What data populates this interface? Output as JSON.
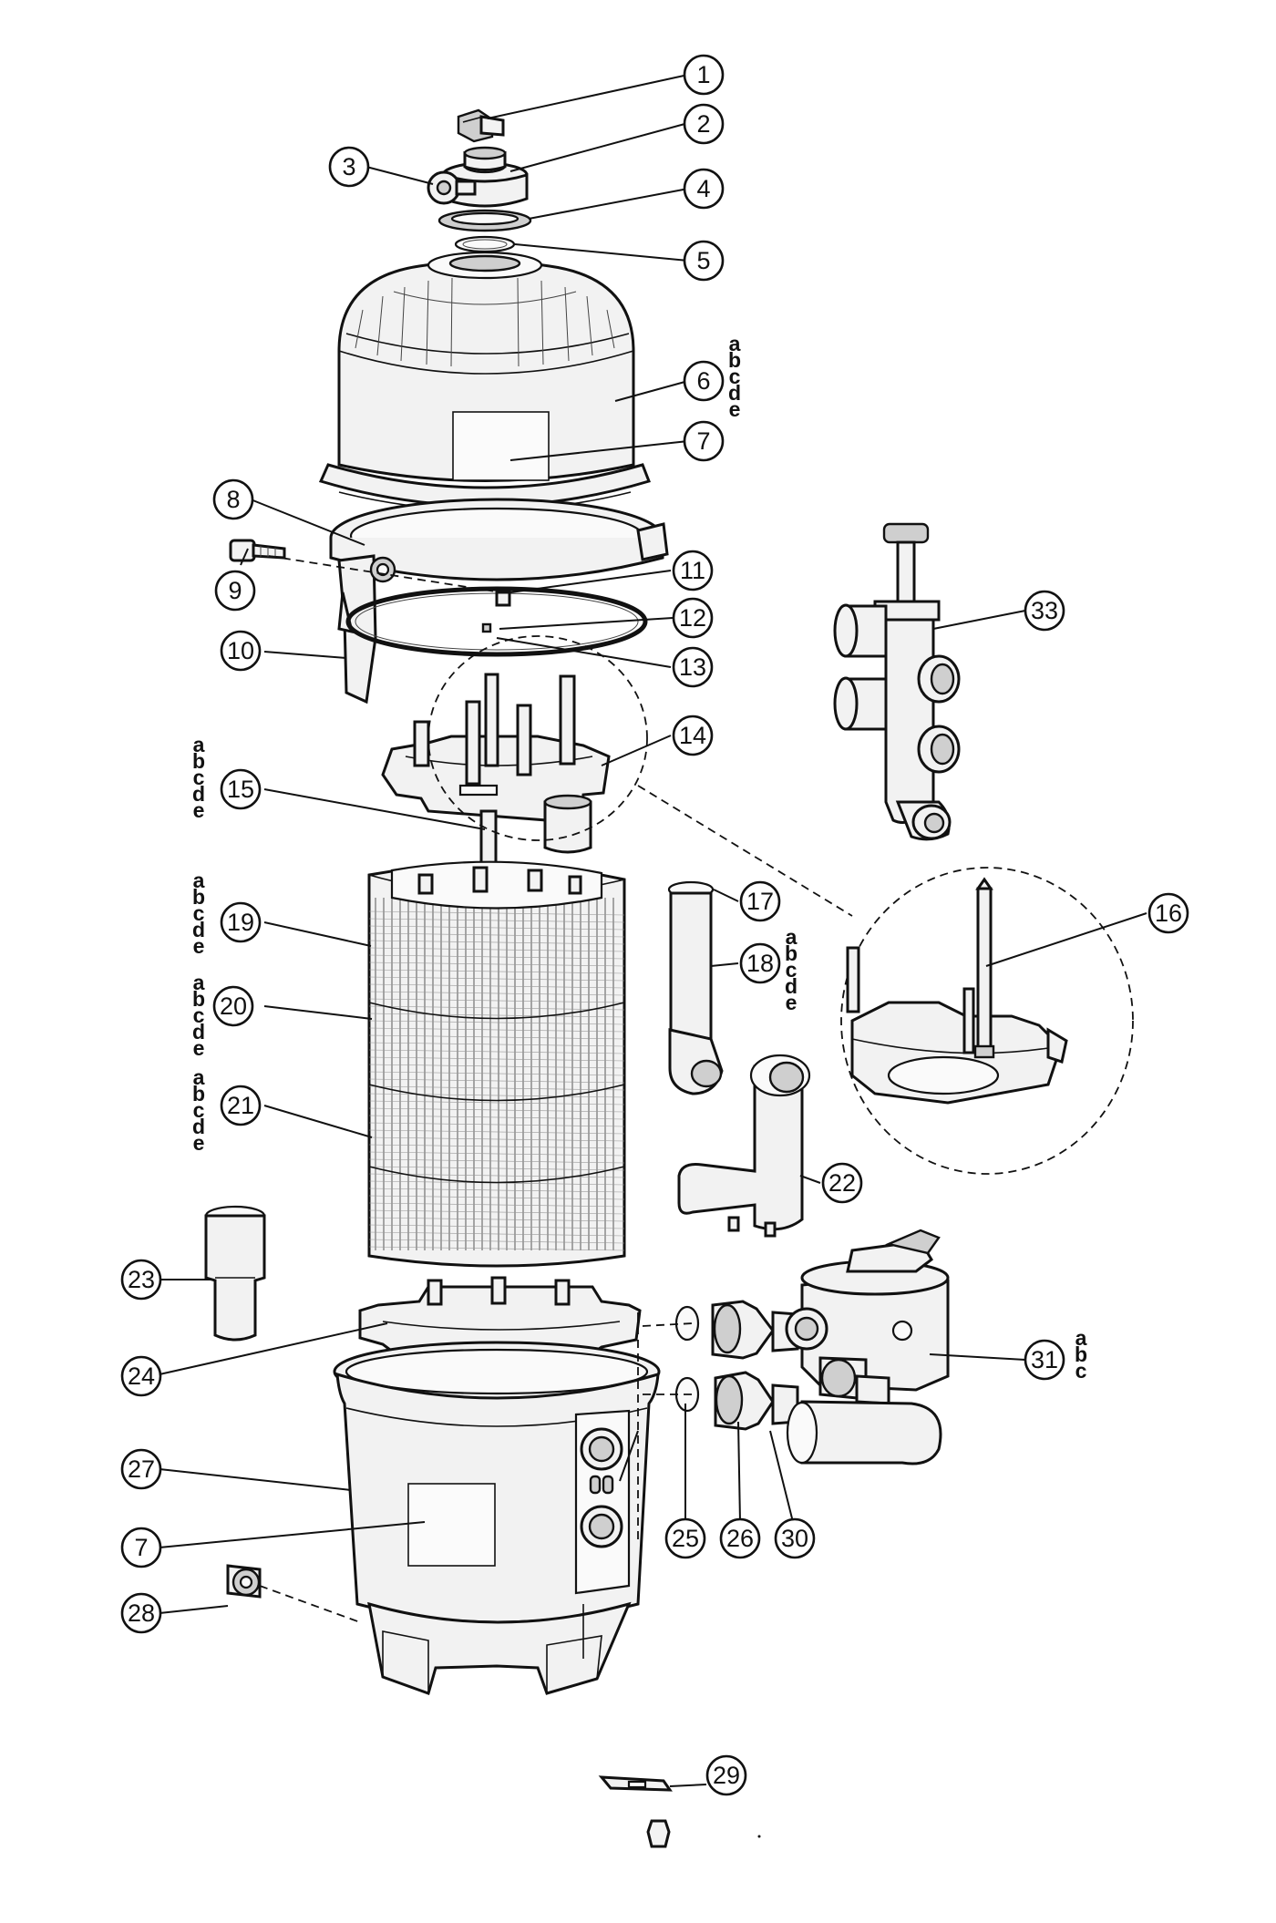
{
  "diagram": {
    "callouts": [
      {
        "id": "c1",
        "label": "1"
      },
      {
        "id": "c2",
        "label": "2"
      },
      {
        "id": "c3",
        "label": "3"
      },
      {
        "id": "c4",
        "label": "4"
      },
      {
        "id": "c5",
        "label": "5"
      },
      {
        "id": "c6",
        "label": "6"
      },
      {
        "id": "c7a",
        "label": "7"
      },
      {
        "id": "c8",
        "label": "8"
      },
      {
        "id": "c9",
        "label": "9"
      },
      {
        "id": "c10",
        "label": "10"
      },
      {
        "id": "c11",
        "label": "11"
      },
      {
        "id": "c12",
        "label": "12"
      },
      {
        "id": "c13",
        "label": "13"
      },
      {
        "id": "c14",
        "label": "14"
      },
      {
        "id": "c15",
        "label": "15"
      },
      {
        "id": "c16",
        "label": "16"
      },
      {
        "id": "c17",
        "label": "17"
      },
      {
        "id": "c18",
        "label": "18"
      },
      {
        "id": "c19",
        "label": "19"
      },
      {
        "id": "c20",
        "label": "20"
      },
      {
        "id": "c21",
        "label": "21"
      },
      {
        "id": "c22",
        "label": "22"
      },
      {
        "id": "c23",
        "label": "23"
      },
      {
        "id": "c24",
        "label": "24"
      },
      {
        "id": "c25",
        "label": "25"
      },
      {
        "id": "c26",
        "label": "26"
      },
      {
        "id": "c27",
        "label": "27"
      },
      {
        "id": "c7b",
        "label": "7"
      },
      {
        "id": "c28",
        "label": "28"
      },
      {
        "id": "c29",
        "label": "29"
      },
      {
        "id": "c30",
        "label": "30"
      },
      {
        "id": "c31",
        "label": "31"
      },
      {
        "id": "c33",
        "label": "33"
      }
    ],
    "variants": {
      "v6": [
        "a",
        "b",
        "c",
        "d",
        "e"
      ],
      "v15": [
        "a",
        "b",
        "c",
        "d",
        "e"
      ],
      "v19": [
        "a",
        "b",
        "c",
        "d",
        "e"
      ],
      "v20": [
        "a",
        "b",
        "c",
        "d",
        "e"
      ],
      "v21": [
        "a",
        "b",
        "c",
        "d",
        "e"
      ],
      "v18": [
        "a",
        "b",
        "c",
        "d",
        "e"
      ],
      "v31": [
        "a",
        "b",
        "c"
      ]
    }
  }
}
